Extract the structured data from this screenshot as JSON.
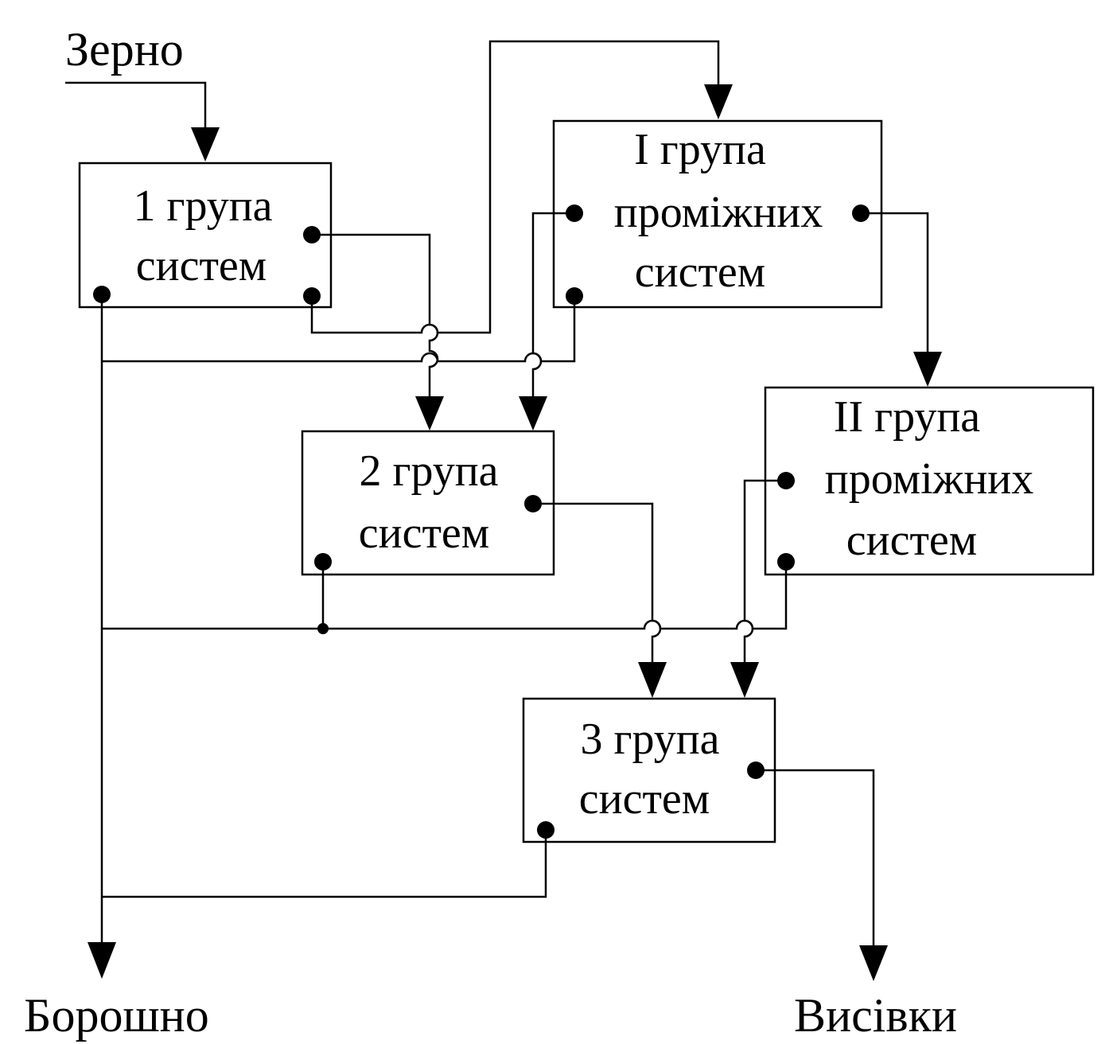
{
  "input_label": "Зерно",
  "output_flour_label": "Борошно",
  "output_bran_label": "Висівки",
  "nodes": {
    "group1": {
      "lines": [
        "1 група",
        "систем"
      ]
    },
    "inter1": {
      "lines": [
        "І група",
        "проміжних",
        "систем"
      ]
    },
    "group2": {
      "lines": [
        "2 група",
        "систем"
      ]
    },
    "inter2": {
      "lines": [
        "ІІ група",
        "проміжних",
        "систем"
      ]
    },
    "group3": {
      "lines": [
        "3 група",
        "систем"
      ]
    }
  },
  "colors": {
    "stroke": "#000000",
    "background": "#ffffff"
  }
}
